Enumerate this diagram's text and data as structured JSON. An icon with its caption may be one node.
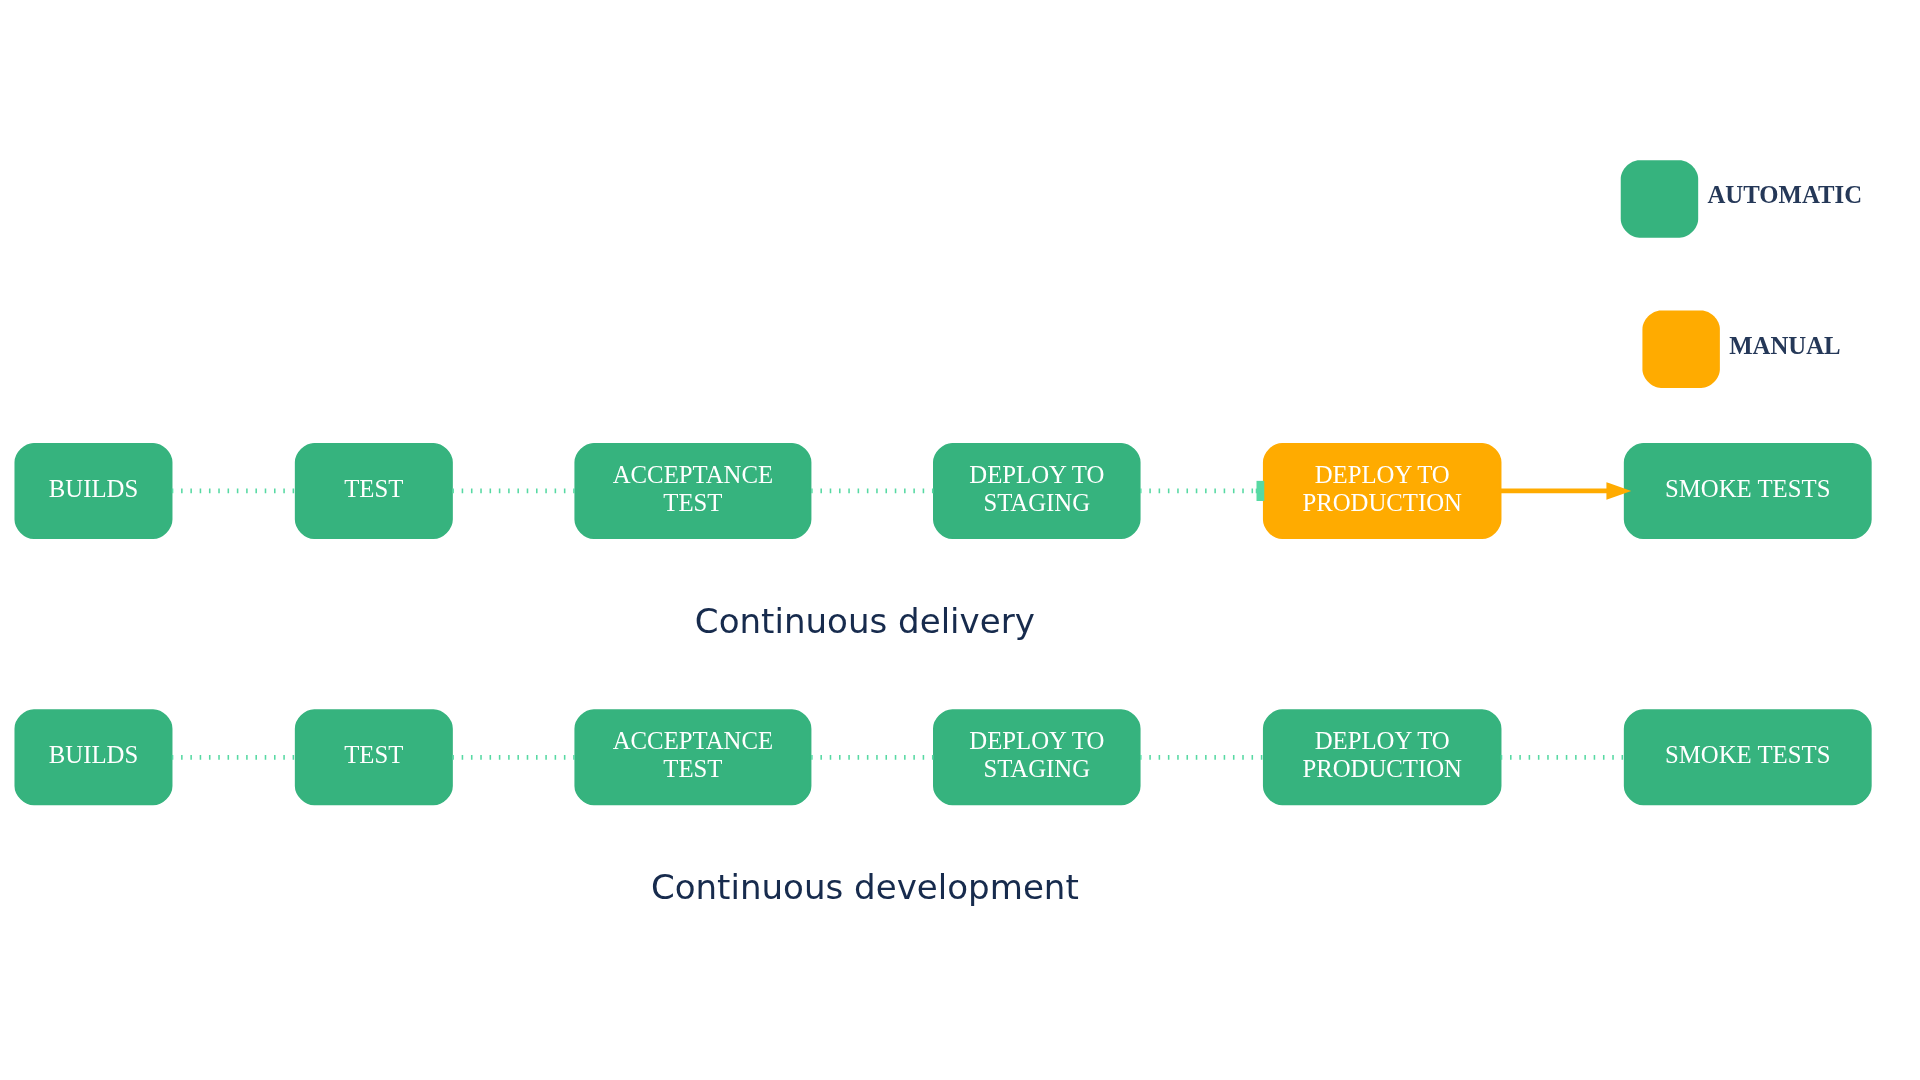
{
  "diagram": {
    "nodes": [
      {
        "text": [
          "BUILDS"
        ]
      },
      {
        "text": [
          "TEST"
        ]
      },
      {
        "text": [
          "ACCEPTANCE TEST"
        ]
      },
      {
        "text": [
          "DEPLOY TO STAGING"
        ]
      },
      {
        "text": [
          "DEPLOY TO PRODUCTION"
        ]
      },
      {
        "text": [
          "SMOKE TESTS"
        ]
      },
      {
        "text": [
          "BUILDS"
        ]
      },
      {
        "text": [
          "TEST"
        ]
      },
      {
        "text": [
          "ACCEPTANCE TEST"
        ]
      },
      {
        "text": [
          "DEPLOY TO STAGING"
        ]
      },
      {
        "text": [
          "DEPLOY TO PRODUCTION"
        ]
      },
      {
        "text": [
          "SMOKE TESTS"
        ]
      }
    ],
    "edges": [
      {
        "from": 0,
        "to": 1,
        "arrow": "none",
        "style": "dashed"
      },
      {
        "from": 1,
        "to": 2,
        "arrow": "none",
        "style": "dashed"
      },
      {
        "from": 2,
        "to": 3,
        "arrow": "none",
        "style": "dashed"
      },
      {
        "from": 3,
        "to": 4,
        "arrow": "other",
        "style": "dashed"
      },
      {
        "from": 4,
        "to": 5,
        "arrow": "to",
        "color": "#ffab00"
      },
      {
        "from": 6,
        "to": 7,
        "arrow": "none",
        "style": "dashed"
      },
      {
        "from": 7,
        "to": 8,
        "arrow": "none",
        "style": "dashed"
      },
      {
        "from": 8,
        "to": 9,
        "arrow": "none",
        "style": "dashed"
      },
      {
        "from": 9,
        "to": 10,
        "arrow": "none",
        "style": "dashed"
      },
      {
        "from": 10,
        "to": 11,
        "arrow": "none",
        "style": "dashed"
      }
    ],
    "labels": [
      "Continuous delivery",
      "Continuous development"
    ],
    "legend": [
      {
        "text": "AUTOMATIC",
        "color": "#36b37e"
      },
      {
        "text": "MANUAL",
        "color": "#ffab00"
      }
    ]
  }
}
